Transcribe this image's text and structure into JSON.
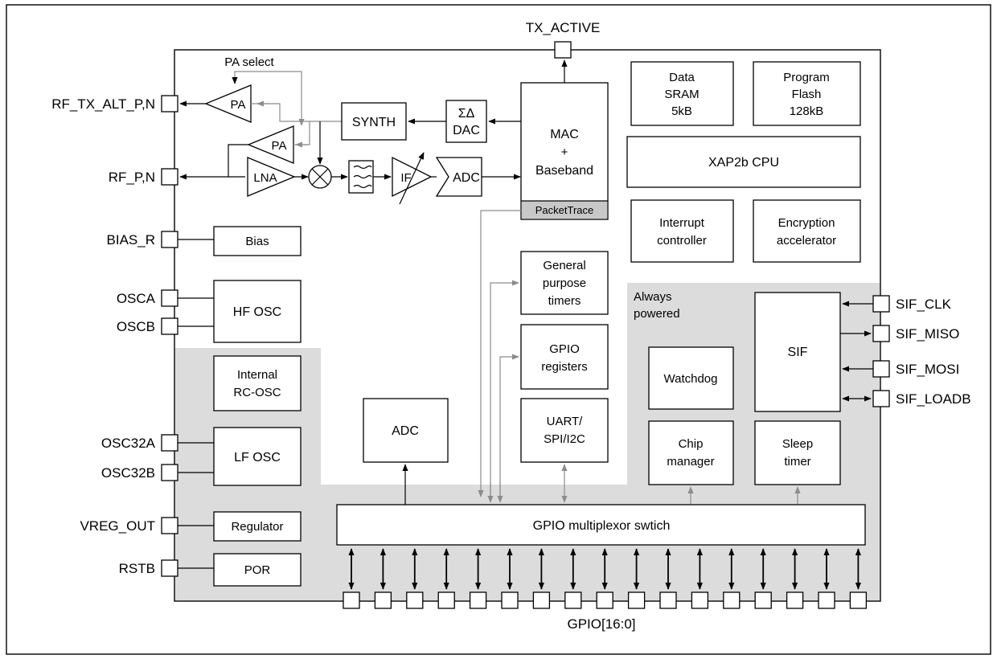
{
  "tx_active": "TX_ACTIVE",
  "pa_select": "PA select",
  "pins_left": {
    "rf_tx_alt": "RF_TX_ALT_P,N",
    "rf_pn": "RF_P,N",
    "bias_r": "BIAS_R",
    "osca": "OSCA",
    "oscb": "OSCB",
    "osc32a": "OSC32A",
    "osc32b": "OSC32B",
    "vreg_out": "VREG_OUT",
    "rstb": "RSTB"
  },
  "pins_right": {
    "sif_clk": "SIF_CLK",
    "sif_miso": "SIF_MISO",
    "sif_mosi": "SIF_MOSI",
    "sif_loadb": "SIF_LOADB"
  },
  "rf": {
    "pa_top": "PA",
    "pa_bottom": "PA",
    "lna": "LNA",
    "synth": "SYNTH",
    "dac_line1": "ΣΔ",
    "dac_line2": "DAC",
    "if_amp": "IF",
    "adc": "ADC"
  },
  "mac": {
    "line1": "MAC",
    "line2": "+",
    "line3": "Baseband",
    "packettrace": "PacketTrace"
  },
  "memory": {
    "sram_line1": "Data",
    "sram_line2": "SRAM",
    "sram_line3": "5kB",
    "flash_line1": "Program",
    "flash_line2": "Flash",
    "flash_line3": "128kB",
    "cpu": "XAP2b CPU",
    "irq_line1": "Interrupt",
    "irq_line2": "controller",
    "enc_line1": "Encryption",
    "enc_line2": "accelerator"
  },
  "left_blocks": {
    "bias": "Bias",
    "hf_osc": "HF OSC",
    "rc_line1": "Internal",
    "rc_line2": "RC-OSC",
    "lf_osc": "LF OSC",
    "regulator": "Regulator",
    "por": "POR"
  },
  "peripherals": {
    "adc": "ADC",
    "timers_line1": "General",
    "timers_line2": "purpose",
    "timers_line3": "timers",
    "gpio_line1": "GPIO",
    "gpio_line2": "registers",
    "uart_line1": "UART/",
    "uart_line2": "SPI/I2C"
  },
  "always_powered": {
    "line1": "Always",
    "line2": "powered",
    "watchdog": "Watchdog",
    "sif": "SIF",
    "chip_line1": "Chip",
    "chip_line2": "manager",
    "sleep_line1": "Sleep",
    "sleep_line2": "timer"
  },
  "mux": "GPIO multiplexor swtich",
  "gpio_bus": "GPIO[16:0]",
  "colors": {
    "shaded_region": "#dcdcdc",
    "packettrace_fill": "#c8c8c8",
    "line": "#000000",
    "packettrace_line": "#8c8c8c"
  }
}
